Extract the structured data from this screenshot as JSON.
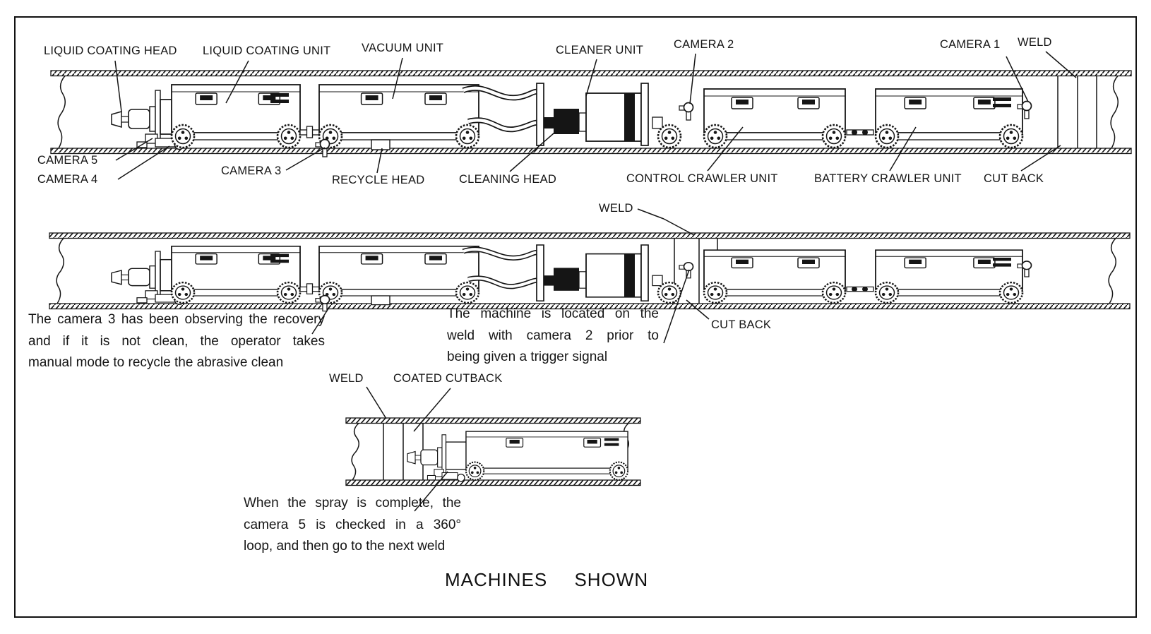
{
  "title": "MACHINES SHOWN",
  "colors": {
    "line": "#151515",
    "background": "#ffffff"
  },
  "row1": {
    "top_labels": {
      "liquid_coating_head": "LIQUID COATING HEAD",
      "liquid_coating_unit": "LIQUID COATING UNIT",
      "vacuum_unit": "VACUUM UNIT",
      "cleaner_unit": "CLEANER UNIT",
      "camera_2": "CAMERA 2",
      "camera_1": "CAMERA 1",
      "weld": "WELD"
    },
    "bottom_labels": {
      "camera_5": "CAMERA 5",
      "camera_4": "CAMERA 4",
      "camera_3": "CAMERA 3",
      "recycle_head": "RECYCLE HEAD",
      "cleaning_head": "CLEANING HEAD",
      "control_crawler_unit": "CONTROL CRAWLER UNIT",
      "battery_crawler_unit": "BATTERY CRAWLER UNIT",
      "cut_back": "CUT BACK"
    }
  },
  "row2": {
    "labels": {
      "weld": "WELD",
      "cut_back": "CUT BACK"
    },
    "notes": {
      "camera_3_note": {
        "lines": [
          "The camera 3 has been observing the recovery",
          "and if it is not clean, the operator takes",
          "manual mode to recycle the abrasive clean"
        ]
      },
      "weld_position_note": {
        "lines": [
          "The machine is located on the",
          "weld with camera 2 prior to",
          "being given a trigger signal"
        ]
      }
    }
  },
  "row3": {
    "labels": {
      "weld": "WELD",
      "coated_cutback": "COATED CUTBACK"
    },
    "notes": {
      "camera_5_note": {
        "lines": [
          "When the spray is complete, the",
          "camera 5 is checked in a 360°",
          "loop, and then go to the next weld"
        ]
      }
    }
  }
}
